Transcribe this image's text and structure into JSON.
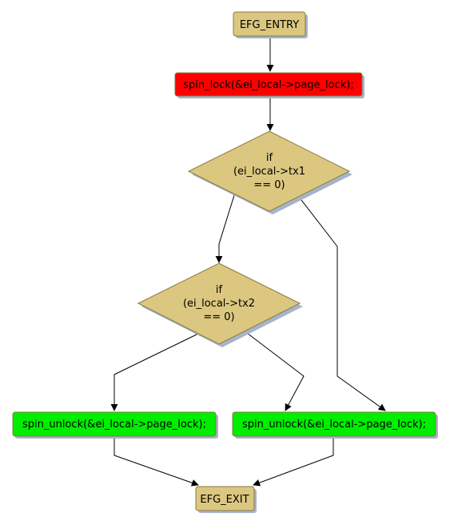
{
  "nodes": {
    "entry": {
      "label": "EFG_ENTRY",
      "color": "#dbc77f"
    },
    "spin_lock": {
      "label": "spin_lock(&ei_local->page_lock);",
      "color": "#ff0000"
    },
    "if_tx1": {
      "lines": [
        "if",
        "(ei_local->tx1",
        "== 0)"
      ],
      "color": "#dbc77f"
    },
    "if_tx2": {
      "lines": [
        "if",
        "(ei_local->tx2",
        "== 0)"
      ],
      "color": "#dbc77f"
    },
    "unlock_left": {
      "label": "spin_unlock(&ei_local->page_lock);",
      "color": "#00ee00"
    },
    "unlock_right": {
      "label": "spin_unlock(&ei_local->page_lock);",
      "color": "#00ee00"
    },
    "exit": {
      "label": "EFG_EXIT",
      "color": "#dbc77f"
    }
  },
  "edges": [
    {
      "from": "entry",
      "to": "spin_lock"
    },
    {
      "from": "spin_lock",
      "to": "if_tx1"
    },
    {
      "from": "if_tx1",
      "to": "if_tx2"
    },
    {
      "from": "if_tx1",
      "to": "unlock_right"
    },
    {
      "from": "if_tx2",
      "to": "unlock_left"
    },
    {
      "from": "if_tx2",
      "to": "unlock_right"
    },
    {
      "from": "unlock_left",
      "to": "exit"
    },
    {
      "from": "unlock_right",
      "to": "exit"
    }
  ],
  "colors": {
    "node_border": "#8a7a40",
    "shadow": "#a6b4cc",
    "edge": "#000000"
  }
}
